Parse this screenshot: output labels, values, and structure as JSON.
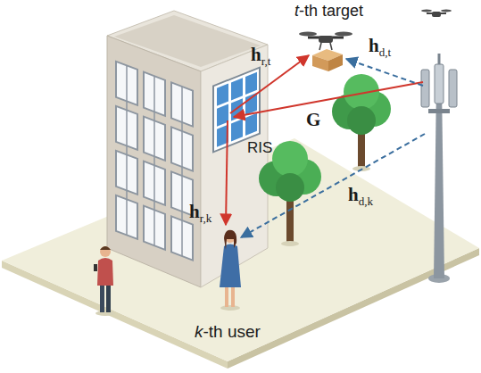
{
  "diagram": {
    "labels": [
      "t-th target",
      "hr,t",
      "hd,t",
      "G",
      "RIS",
      "hd,k",
      "hr,k",
      "k-th user"
    ]
  }
}
